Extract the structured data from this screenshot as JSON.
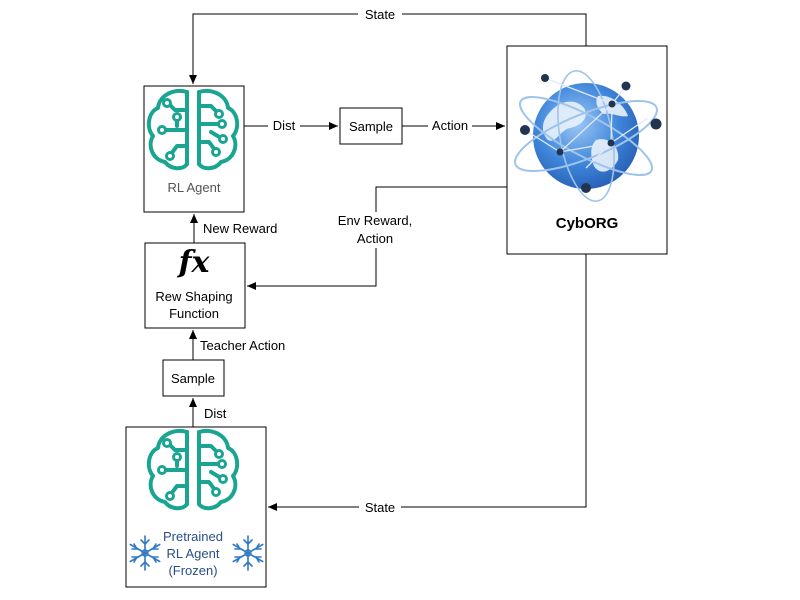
{
  "nodes": {
    "rl_agent": "RL Agent",
    "sample_top": "Sample",
    "cyborg": "CybORG",
    "rew_shaping": [
      "Rew Shaping",
      "Function"
    ],
    "fx_symbol": "fx",
    "sample_bottom": "Sample",
    "pretrained": [
      "Pretrained",
      "RL Agent",
      "(Frozen)"
    ]
  },
  "edges": {
    "state_top": "State",
    "dist_top": "Dist",
    "action_top": "Action",
    "env_reward": [
      "Env Reward,",
      "Action"
    ],
    "new_reward": "New Reward",
    "teacher_action": "Teacher Action",
    "dist_bottom": "Dist",
    "state_bottom": "State"
  },
  "icons": {
    "brain": "brain-circuit-icon",
    "globe": "globe-network-icon",
    "snowflake": "snowflake-icon"
  },
  "colors": {
    "brain": "#1aa592",
    "globe": "#3a7bd5",
    "snowflake": "#2f78c4"
  }
}
